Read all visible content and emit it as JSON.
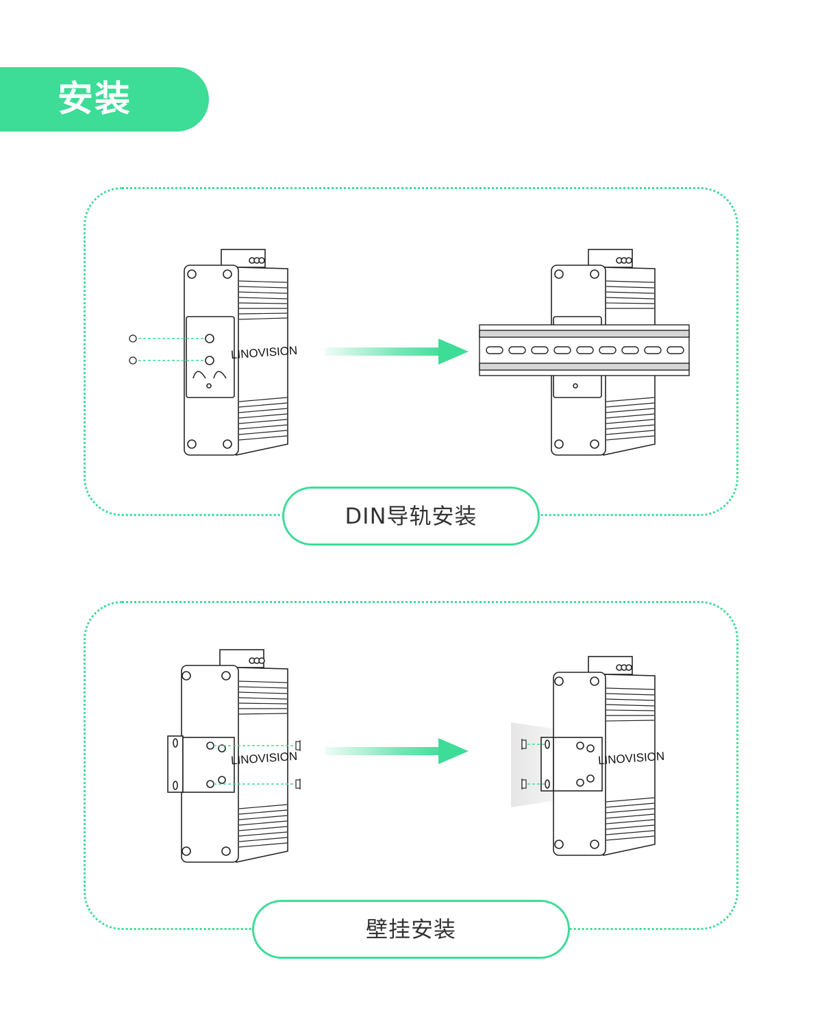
{
  "header": {
    "title": "安装"
  },
  "sections": [
    {
      "caption": "DIN导轨安装"
    },
    {
      "caption": "壁挂安装"
    }
  ],
  "device": {
    "brand": "LINOVISION"
  },
  "colors": {
    "accent": "#3ddc97",
    "line": "#222222",
    "text": "#333333"
  },
  "icons": {
    "arrow": "right-arrow-icon",
    "screw": "screw-icon"
  }
}
